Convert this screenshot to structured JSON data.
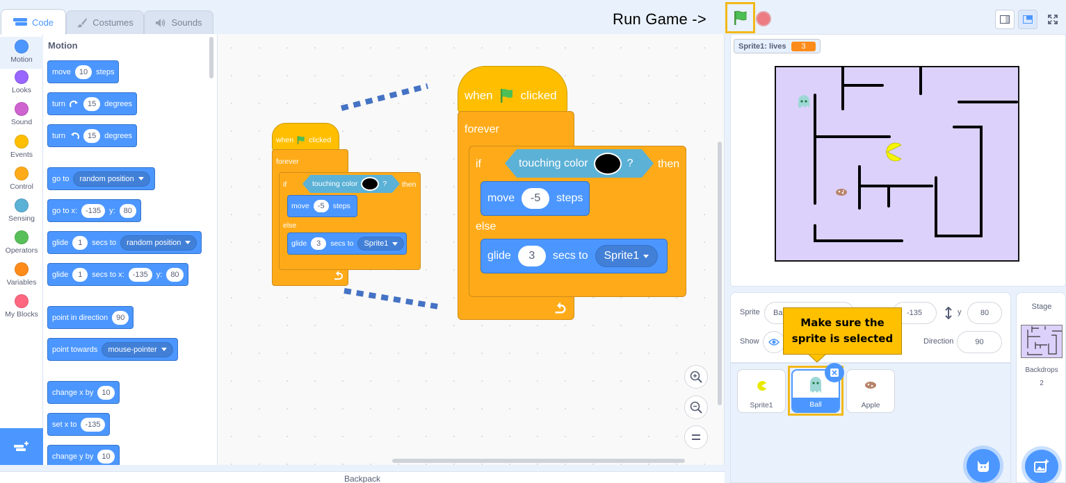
{
  "tabs": [
    {
      "label": "Code",
      "icon": "code-icon",
      "active": true
    },
    {
      "label": "Costumes",
      "icon": "brush-icon",
      "active": false
    },
    {
      "label": "Sounds",
      "icon": "speaker-icon",
      "active": false
    }
  ],
  "run_label": "Run Game ->",
  "colors": {
    "motion": "#4c97ff",
    "events": "#ffbf00",
    "control": "#ffab19",
    "sensing": "#5cb1d6",
    "highlight": "#f2b817",
    "variables": "#ff8c1a"
  },
  "categories": [
    {
      "label": "Motion",
      "color": "#4c97ff"
    },
    {
      "label": "Looks",
      "color": "#9966ff"
    },
    {
      "label": "Sound",
      "color": "#cf63cf"
    },
    {
      "label": "Events",
      "color": "#ffbf00"
    },
    {
      "label": "Control",
      "color": "#ffab19"
    },
    {
      "label": "Sensing",
      "color": "#5cb1d6"
    },
    {
      "label": "Operators",
      "color": "#59c059"
    },
    {
      "label": "Variables",
      "color": "#ff8c1a"
    },
    {
      "label": "My Blocks",
      "color": "#ff6680"
    }
  ],
  "palette": {
    "title": "Motion",
    "move": {
      "label": "move",
      "value": "10",
      "suffix": "steps"
    },
    "turn_right": {
      "label": "turn",
      "value": "15",
      "suffix": "degrees"
    },
    "turn_left": {
      "label": "turn",
      "value": "15",
      "suffix": "degrees"
    },
    "go_to": {
      "label": "go to",
      "option": "random position"
    },
    "go_to_xy": {
      "label": "go to x:",
      "x": "-135",
      "ylabel": "y:",
      "y": "80"
    },
    "glide_to": {
      "label": "glide",
      "value": "1",
      "mid": "secs to",
      "option": "random position"
    },
    "glide_xy": {
      "label": "glide",
      "value": "1",
      "mid": "secs to x:",
      "x": "-135",
      "ylabel": "y:",
      "y": "80"
    },
    "point_dir": {
      "label": "point in direction",
      "value": "90"
    },
    "point_towards": {
      "label": "point towards",
      "option": "mouse-pointer"
    },
    "change_x": {
      "label": "change x by",
      "value": "10"
    },
    "set_x": {
      "label": "set x to",
      "value": "-135"
    },
    "change_y": {
      "label": "change y by",
      "value": "10"
    }
  },
  "script": {
    "when": "when",
    "clicked": "clicked",
    "forever": "forever",
    "if": "if",
    "touching": "touching color",
    "question": "?",
    "then": "then",
    "move": "move",
    "move_value": "-5",
    "steps": "steps",
    "else": "else",
    "glide": "glide",
    "glide_value": "3",
    "secs_to": "secs to",
    "target": "Sprite1"
  },
  "backpack": "Backpack",
  "monitor": {
    "label": "Sprite1: lives",
    "value": "3"
  },
  "sprite_info": {
    "sprite_label": "Sprite",
    "sprite_name": "Ba",
    "x_value": "-135",
    "y_label": "y",
    "y_value": "80",
    "show_label": "Show",
    "direction_label": "Direction",
    "direction_value": "90"
  },
  "callout": {
    "line1": "Make sure the",
    "line2": "sprite is selected"
  },
  "sprites": [
    {
      "name": "Sprite1",
      "selected": false
    },
    {
      "name": "Ball",
      "selected": true
    },
    {
      "name": "Apple",
      "selected": false
    }
  ],
  "stage": {
    "label": "Stage",
    "backdrops_label": "Backdrops",
    "backdrops_count": "2"
  }
}
